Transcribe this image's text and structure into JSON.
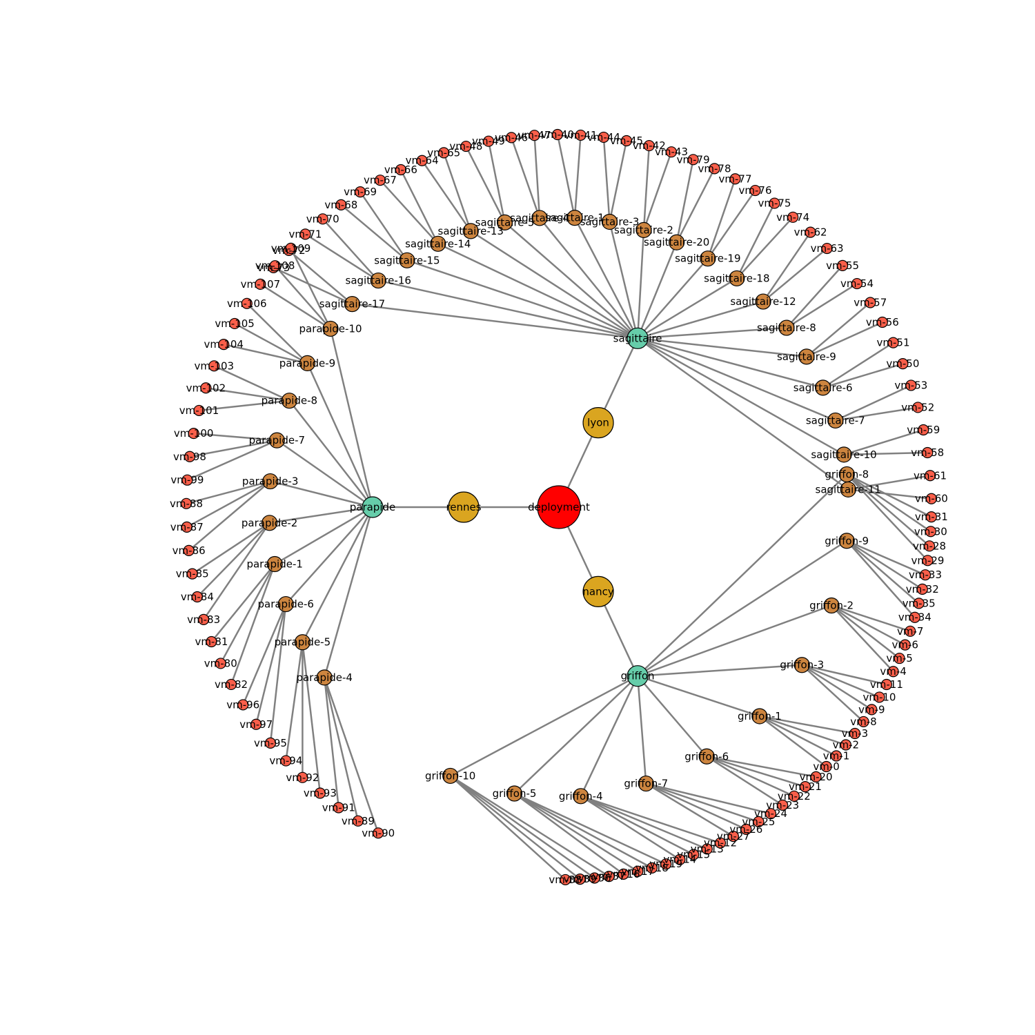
{
  "diagram": {
    "type": "tree",
    "root": "deployment",
    "colors": {
      "root": "#ff0000",
      "site": "#daa520",
      "cluster": "#66cdaa",
      "host": "#cd853f",
      "vm": "#fa5f4a",
      "edge": "#808080"
    },
    "sites": [
      {
        "name": "lyon",
        "clusters": [
          {
            "name": "sagittaire",
            "hosts": [
              {
                "name": "sagittaire-17",
                "vms": [
                  "vm-73",
                  "vm-72"
                ]
              },
              {
                "name": "sagittaire-16",
                "vms": [
                  "vm-71",
                  "vm-70"
                ]
              },
              {
                "name": "sagittaire-15",
                "vms": [
                  "vm-68",
                  "vm-69"
                ]
              },
              {
                "name": "sagittaire-14",
                "vms": [
                  "vm-67",
                  "vm-66"
                ]
              },
              {
                "name": "sagittaire-13",
                "vms": [
                  "vm-64",
                  "vm-65"
                ]
              },
              {
                "name": "sagittaire-5",
                "vms": [
                  "vm-48",
                  "vm-49"
                ]
              },
              {
                "name": "sagittaire-4",
                "vms": [
                  "vm-46",
                  "vm-47"
                ]
              },
              {
                "name": "sagittaire-1",
                "vms": [
                  "vm-40",
                  "vm-41"
                ]
              },
              {
                "name": "sagittaire-3",
                "vms": [
                  "vm-44",
                  "vm-45"
                ]
              },
              {
                "name": "sagittaire-2",
                "vms": [
                  "vm-42",
                  "vm-43"
                ]
              },
              {
                "name": "sagittaire-20",
                "vms": [
                  "vm-79",
                  "vm-78"
                ]
              },
              {
                "name": "sagittaire-19",
                "vms": [
                  "vm-77",
                  "vm-76"
                ]
              },
              {
                "name": "sagittaire-18",
                "vms": [
                  "vm-75",
                  "vm-74"
                ]
              },
              {
                "name": "sagittaire-12",
                "vms": [
                  "vm-62",
                  "vm-63"
                ]
              },
              {
                "name": "sagittaire-8",
                "vms": [
                  "vm-55",
                  "vm-54"
                ]
              },
              {
                "name": "sagittaire-9",
                "vms": [
                  "vm-57",
                  "vm-56"
                ]
              },
              {
                "name": "sagittaire-6",
                "vms": [
                  "vm-51",
                  "vm-50"
                ]
              },
              {
                "name": "sagittaire-7",
                "vms": [
                  "vm-53",
                  "vm-52"
                ]
              },
              {
                "name": "sagittaire-10",
                "vms": [
                  "vm-59",
                  "vm-58"
                ]
              },
              {
                "name": "sagittaire-11",
                "vms": [
                  "vm-61",
                  "vm-60"
                ]
              }
            ]
          }
        ]
      },
      {
        "name": "nancy",
        "clusters": [
          {
            "name": "griffon",
            "hosts": [
              {
                "name": "griffon-8",
                "vms": [
                  "vm-31",
                  "vm-30",
                  "vm-28",
                  "vm-29"
                ]
              },
              {
                "name": "griffon-9",
                "vms": [
                  "vm-33",
                  "vm-32",
                  "vm-35",
                  "vm-34"
                ]
              },
              {
                "name": "griffon-2",
                "vms": [
                  "vm-7",
                  "vm-6",
                  "vm-5",
                  "vm-4"
                ]
              },
              {
                "name": "griffon-3",
                "vms": [
                  "vm-11",
                  "vm-10",
                  "vm-9",
                  "vm-8"
                ]
              },
              {
                "name": "griffon-1",
                "vms": [
                  "vm-3",
                  "vm-2",
                  "vm-1",
                  "vm-0"
                ]
              },
              {
                "name": "griffon-6",
                "vms": [
                  "vm-20",
                  "vm-21",
                  "vm-22",
                  "vm-23"
                ]
              },
              {
                "name": "griffon-7",
                "vms": [
                  "vm-24",
                  "vm-25",
                  "vm-26",
                  "vm-27"
                ]
              },
              {
                "name": "griffon-4",
                "vms": [
                  "vm-12",
                  "vm-13",
                  "vm-15",
                  "vm-14"
                ]
              },
              {
                "name": "griffon-5",
                "vms": [
                  "vm-19",
                  "vm-18",
                  "vm-17",
                  "vm-16"
                ]
              },
              {
                "name": "griffon-10",
                "vms": [
                  "vm-37",
                  "vm-36",
                  "vm-39",
                  "vm-38"
                ]
              }
            ]
          }
        ]
      },
      {
        "name": "rennes",
        "clusters": [
          {
            "name": "parapide",
            "hosts": [
              {
                "name": "parapide-4",
                "vms": [
                  "vm-90",
                  "vm-89",
                  "vm-91"
                ]
              },
              {
                "name": "parapide-5",
                "vms": [
                  "vm-93",
                  "vm-92",
                  "vm-94"
                ]
              },
              {
                "name": "parapide-6",
                "vms": [
                  "vm-95",
                  "vm-97",
                  "vm-96"
                ]
              },
              {
                "name": "parapide-1",
                "vms": [
                  "vm-82",
                  "vm-80",
                  "vm-81"
                ]
              },
              {
                "name": "parapide-2",
                "vms": [
                  "vm-83",
                  "vm-84",
                  "vm-85"
                ]
              },
              {
                "name": "parapide-3",
                "vms": [
                  "vm-86",
                  "vm-87",
                  "vm-88"
                ]
              },
              {
                "name": "parapide-7",
                "vms": [
                  "vm-99",
                  "vm-98",
                  "vm-100"
                ]
              },
              {
                "name": "parapide-8",
                "vms": [
                  "vm-101",
                  "vm-102",
                  "vm-103"
                ]
              },
              {
                "name": "parapide-9",
                "vms": [
                  "vm-104",
                  "vm-105",
                  "vm-106"
                ]
              },
              {
                "name": "parapide-10",
                "vms": [
                  "vm-107",
                  "vm-108",
                  "vm-109"
                ]
              }
            ]
          }
        ]
      }
    ]
  }
}
